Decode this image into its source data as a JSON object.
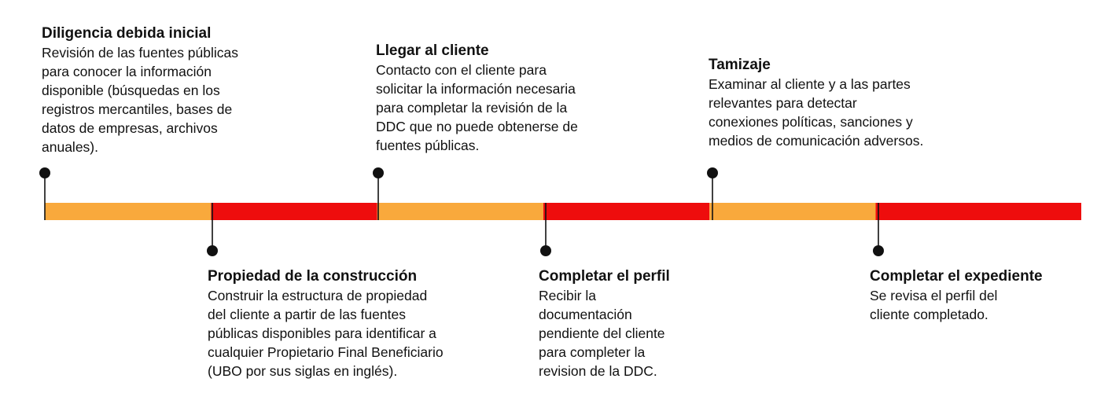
{
  "colors": {
    "segment_light": "#F9A93C",
    "segment_dark": "#EE0D0D",
    "marker": "#111111"
  },
  "segments": [
    "light",
    "dark",
    "light",
    "dark",
    "light",
    "dark"
  ],
  "steps": [
    {
      "id": "diligencia",
      "title": "Diligencia debida inicial",
      "description": "Revisión de las fuentes públicas\npara conocer la información\ndisponible (búsquedas en los\nregistros mercantiles, bases de\ndatos de empresas, archivos\nanuales).",
      "position": "above"
    },
    {
      "id": "propiedad",
      "title": "Propiedad de la construcción",
      "description": "Construir la estructura de propiedad\ndel cliente a partir de las fuentes\npúblicas disponibles para identificar a\ncualquier Propietario Final Beneficiario\n(UBO por sus siglas en inglés).",
      "position": "below"
    },
    {
      "id": "llegar",
      "title": "Llegar al cliente",
      "description": "Contacto con el cliente para\nsolicitar la información necesaria\npara completar la revisión de la\nDDC que no puede obtenerse de\nfuentes públicas.",
      "position": "above"
    },
    {
      "id": "perfil",
      "title": "Completar el perfil",
      "description": "Recibir la\ndocumentación\npendiente del cliente\npara completer la\nrevision de la DDC.",
      "position": "below"
    },
    {
      "id": "tamizaje",
      "title": "Tamizaje",
      "description": "Examinar al cliente y a las partes\nrelevantes para detectar\nconexiones políticas, sanciones y\nmedios de comunicación adversos.",
      "position": "above"
    },
    {
      "id": "expediente",
      "title": "Completar el expediente",
      "description": "Se revisa el perfil del\ncliente completado.",
      "position": "below"
    }
  ]
}
